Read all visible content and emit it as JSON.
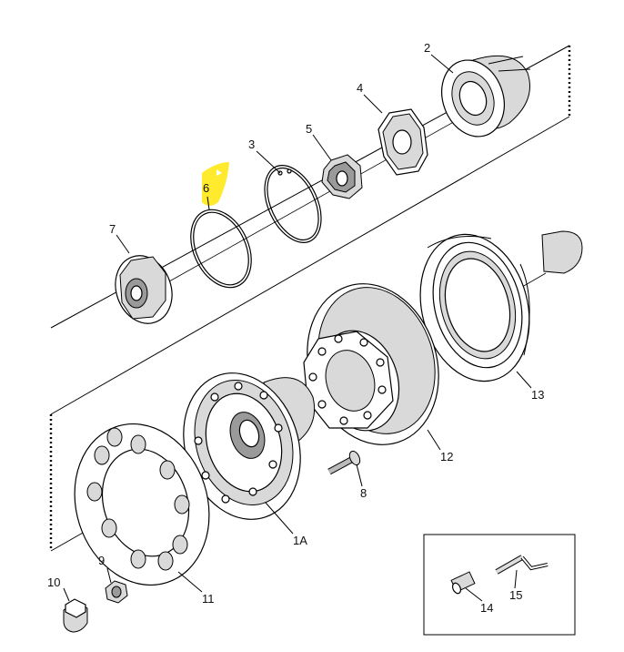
{
  "callouts": {
    "c1A": "1A",
    "c2": "2",
    "c3": "3",
    "c4": "4",
    "c5": "5",
    "c6": "6",
    "c7": "7",
    "c8": "8",
    "c9": "9",
    "c10": "10",
    "c11": "11",
    "c12": "12",
    "c13": "13",
    "c14": "14",
    "c15": "15"
  },
  "highlight": {
    "color": "#ffea2e",
    "target": "6"
  },
  "parts": [
    {
      "id": "2",
      "icon": "bearing-icon"
    },
    {
      "id": "3",
      "icon": "snap-ring-icon"
    },
    {
      "id": "4",
      "icon": "washer-icon"
    },
    {
      "id": "5",
      "icon": "castle-nut-icon"
    },
    {
      "id": "6",
      "icon": "o-ring-icon"
    },
    {
      "id": "7",
      "icon": "hub-cap-icon"
    },
    {
      "id": "8",
      "icon": "wheel-stud-icon"
    },
    {
      "id": "9",
      "icon": "flange-nut-icon"
    },
    {
      "id": "10",
      "icon": "cap-nut-icon"
    },
    {
      "id": "11",
      "icon": "spacer-plate-icon"
    },
    {
      "id": "12",
      "icon": "brake-disc-icon"
    },
    {
      "id": "13",
      "icon": "tone-ring-icon"
    },
    {
      "id": "14",
      "icon": "sensor-bushing-icon"
    },
    {
      "id": "15",
      "icon": "abs-sensor-icon"
    },
    {
      "id": "1A",
      "icon": "wheel-hub-icon"
    }
  ]
}
